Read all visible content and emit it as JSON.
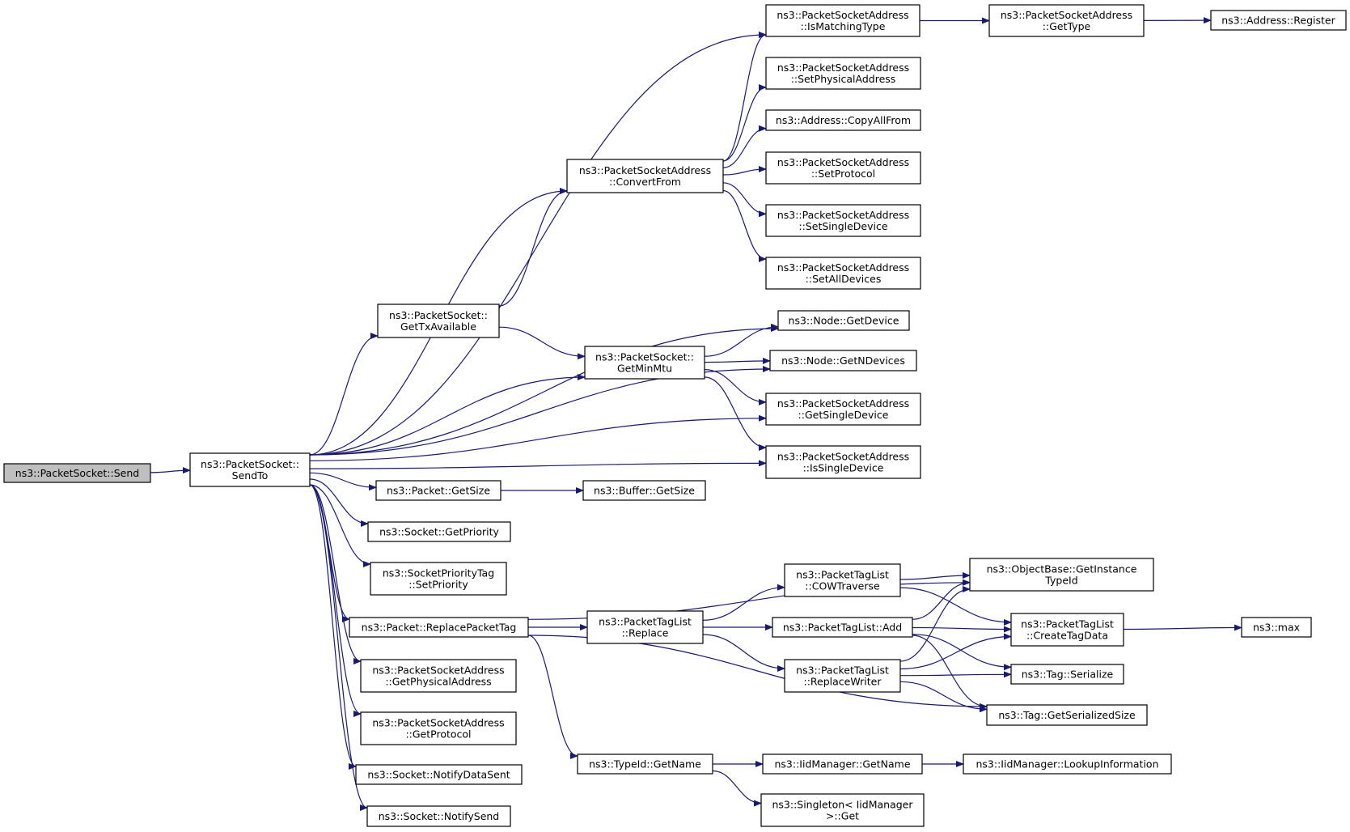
{
  "graph": {
    "title": "",
    "nodes": [
      {
        "id": "send",
        "lines": [
          "ns3::PacketSocket::Send"
        ],
        "root": true
      },
      {
        "id": "sendto",
        "lines": [
          "ns3::PacketSocket::",
          "SendTo"
        ]
      },
      {
        "id": "ismatching",
        "lines": [
          "ns3::PacketSocketAddress",
          "::IsMatchingType"
        ]
      },
      {
        "id": "gettype",
        "lines": [
          "ns3::PacketSocketAddress",
          "::GetType"
        ]
      },
      {
        "id": "register",
        "lines": [
          "ns3::Address::Register"
        ]
      },
      {
        "id": "setphys",
        "lines": [
          "ns3::PacketSocketAddress",
          "::SetPhysicalAddress"
        ]
      },
      {
        "id": "copyall",
        "lines": [
          "ns3::Address::CopyAllFrom"
        ]
      },
      {
        "id": "convertfrom",
        "lines": [
          "ns3::PacketSocketAddress",
          "::ConvertFrom"
        ]
      },
      {
        "id": "setproto",
        "lines": [
          "ns3::PacketSocketAddress",
          "::SetProtocol"
        ]
      },
      {
        "id": "setsingle",
        "lines": [
          "ns3::PacketSocketAddress",
          "::SetSingleDevice"
        ]
      },
      {
        "id": "setall",
        "lines": [
          "ns3::PacketSocketAddress",
          "::SetAllDevices"
        ]
      },
      {
        "id": "gettx",
        "lines": [
          "ns3::PacketSocket::",
          "GetTxAvailable"
        ]
      },
      {
        "id": "getdevice",
        "lines": [
          "ns3::Node::GetDevice"
        ]
      },
      {
        "id": "getmin",
        "lines": [
          "ns3::PacketSocket::",
          "GetMinMtu"
        ]
      },
      {
        "id": "getndev",
        "lines": [
          "ns3::Node::GetNDevices"
        ]
      },
      {
        "id": "getsingle",
        "lines": [
          "ns3::PacketSocketAddress",
          "::GetSingleDevice"
        ]
      },
      {
        "id": "issingle",
        "lines": [
          "ns3::PacketSocketAddress",
          "::IsSingleDevice"
        ]
      },
      {
        "id": "pktsize",
        "lines": [
          "ns3::Packet::GetSize"
        ]
      },
      {
        "id": "bufsize",
        "lines": [
          "ns3::Buffer::GetSize"
        ]
      },
      {
        "id": "getprio",
        "lines": [
          "ns3::Socket::GetPriority"
        ]
      },
      {
        "id": "setprio",
        "lines": [
          "ns3::SocketPriorityTag",
          "::SetPriority"
        ]
      },
      {
        "id": "cowtrav",
        "lines": [
          "ns3::PacketTagList",
          "::COWTraverse"
        ]
      },
      {
        "id": "getinst",
        "lines": [
          "ns3::ObjectBase::GetInstance",
          "TypeId"
        ]
      },
      {
        "id": "replacetag",
        "lines": [
          "ns3::Packet::ReplacePacketTag"
        ]
      },
      {
        "id": "ptlreplace",
        "lines": [
          "ns3::PacketTagList",
          "::Replace"
        ]
      },
      {
        "id": "ptladd",
        "lines": [
          "ns3::PacketTagList::Add"
        ]
      },
      {
        "id": "createtag",
        "lines": [
          "ns3::PacketTagList",
          "::CreateTagData"
        ]
      },
      {
        "id": "max",
        "lines": [
          "ns3::max"
        ]
      },
      {
        "id": "getphys",
        "lines": [
          "ns3::PacketSocketAddress",
          "::GetPhysicalAddress"
        ]
      },
      {
        "id": "replwriter",
        "lines": [
          "ns3::PacketTagList",
          "::ReplaceWriter"
        ]
      },
      {
        "id": "tagser",
        "lines": [
          "ns3::Tag::Serialize"
        ]
      },
      {
        "id": "getproto",
        "lines": [
          "ns3::PacketSocketAddress",
          "::GetProtocol"
        ]
      },
      {
        "id": "tagsersize",
        "lines": [
          "ns3::Tag::GetSerializedSize"
        ]
      },
      {
        "id": "notifydata",
        "lines": [
          "ns3::Socket::NotifyDataSent"
        ]
      },
      {
        "id": "typename",
        "lines": [
          "ns3::TypeId::GetName"
        ]
      },
      {
        "id": "iidname",
        "lines": [
          "ns3::IidManager::GetName"
        ]
      },
      {
        "id": "lookup",
        "lines": [
          "ns3::IidManager::LookupInformation"
        ]
      },
      {
        "id": "notifysend",
        "lines": [
          "ns3::Socket::NotifySend"
        ]
      },
      {
        "id": "singleton",
        "lines": [
          "ns3::Singleton< IidManager",
          ">::Get"
        ]
      }
    ],
    "edges": [
      [
        "send",
        "sendto"
      ],
      [
        "sendto",
        "ismatching"
      ],
      [
        "sendto",
        "convertfrom"
      ],
      [
        "sendto",
        "getdevice"
      ],
      [
        "sendto",
        "getndev"
      ],
      [
        "sendto",
        "gettx"
      ],
      [
        "sendto",
        "getmin"
      ],
      [
        "sendto",
        "getsingle"
      ],
      [
        "sendto",
        "issingle"
      ],
      [
        "sendto",
        "pktsize"
      ],
      [
        "sendto",
        "getprio"
      ],
      [
        "sendto",
        "setprio"
      ],
      [
        "sendto",
        "replacetag"
      ],
      [
        "sendto",
        "getphys"
      ],
      [
        "sendto",
        "getproto"
      ],
      [
        "sendto",
        "notifydata"
      ],
      [
        "sendto",
        "notifysend"
      ],
      [
        "ismatching",
        "gettype"
      ],
      [
        "gettype",
        "register"
      ],
      [
        "convertfrom",
        "ismatching"
      ],
      [
        "convertfrom",
        "setphys"
      ],
      [
        "convertfrom",
        "copyall"
      ],
      [
        "convertfrom",
        "setproto"
      ],
      [
        "convertfrom",
        "setsingle"
      ],
      [
        "convertfrom",
        "setall"
      ],
      [
        "gettx",
        "convertfrom"
      ],
      [
        "gettx",
        "getmin"
      ],
      [
        "getmin",
        "getdevice"
      ],
      [
        "getmin",
        "getndev"
      ],
      [
        "getmin",
        "getsingle"
      ],
      [
        "getmin",
        "issingle"
      ],
      [
        "pktsize",
        "bufsize"
      ],
      [
        "replacetag",
        "getinst"
      ],
      [
        "replacetag",
        "ptlreplace"
      ],
      [
        "replacetag",
        "tagsersize"
      ],
      [
        "replacetag",
        "typename"
      ],
      [
        "ptlreplace",
        "cowtrav"
      ],
      [
        "ptlreplace",
        "ptladd"
      ],
      [
        "ptlreplace",
        "replwriter"
      ],
      [
        "cowtrav",
        "getinst"
      ],
      [
        "cowtrav",
        "createtag"
      ],
      [
        "ptladd",
        "getinst"
      ],
      [
        "ptladd",
        "createtag"
      ],
      [
        "ptladd",
        "tagser"
      ],
      [
        "ptladd",
        "tagsersize"
      ],
      [
        "replwriter",
        "getinst"
      ],
      [
        "replwriter",
        "createtag"
      ],
      [
        "replwriter",
        "tagser"
      ],
      [
        "replwriter",
        "tagsersize"
      ],
      [
        "createtag",
        "max"
      ],
      [
        "typename",
        "iidname"
      ],
      [
        "typename",
        "singleton"
      ],
      [
        "iidname",
        "lookup"
      ]
    ]
  },
  "colors": {
    "edge": "#191970",
    "root_fill": "#bfbfbf",
    "node_fill": "#ffffff",
    "border": "#000000"
  }
}
